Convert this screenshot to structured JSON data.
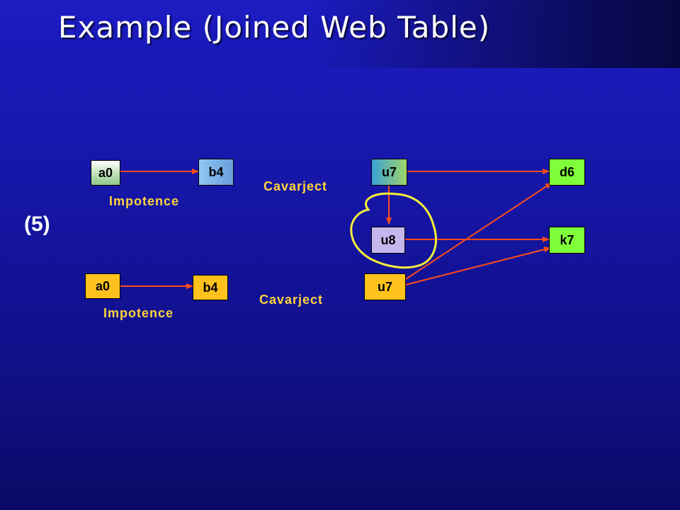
{
  "title": "Example (Joined Web Table)",
  "step_label": "(5)",
  "colors": {
    "background": "#1616a8",
    "arrow": "#ff4d1a",
    "highlight": "#f5f03a",
    "edge_label": "#ffd43a"
  },
  "nodes": {
    "top_a0": "a0",
    "top_b4": "b4",
    "top_u7": "u7",
    "top_d6": "d6",
    "mid_u8": "u8",
    "mid_k7": "k7",
    "bot_a0": "a0",
    "bot_b4": "b4",
    "bot_u7": "u7"
  },
  "edge_labels": {
    "top_impotence": "Impotence",
    "top_cavarject": "Cavarject",
    "bot_impotence": "Impotence",
    "bot_cavarject": "Cavarject"
  }
}
